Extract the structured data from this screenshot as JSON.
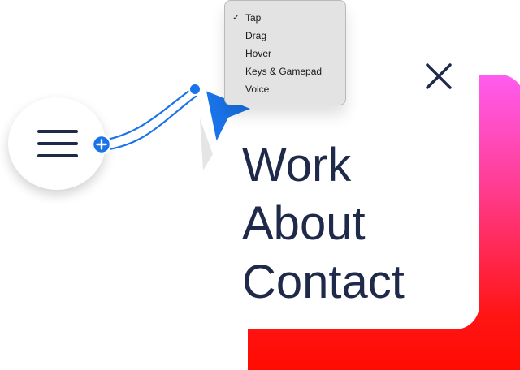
{
  "dropdown": {
    "items": [
      {
        "label": "Tap",
        "checked": true
      },
      {
        "label": "Drag",
        "checked": false
      },
      {
        "label": "Hover",
        "checked": false
      },
      {
        "label": "Keys & Gamepad",
        "checked": false
      },
      {
        "label": "Voice",
        "checked": false
      }
    ],
    "check_glyph": "✓"
  },
  "nav": {
    "items": [
      "Work",
      "About",
      "Contact"
    ]
  },
  "colors": {
    "nav_text": "#1f2a4a",
    "connector": "#1a73e8",
    "cursor": "#1a73e8",
    "gradient_top": "#ff5cf0",
    "gradient_bottom": "#ff0a00"
  },
  "icons": {
    "hamburger": "hamburger-menu-icon",
    "close": "close-icon",
    "plus": "plus-icon",
    "cursor": "pointer-cursor-icon"
  }
}
